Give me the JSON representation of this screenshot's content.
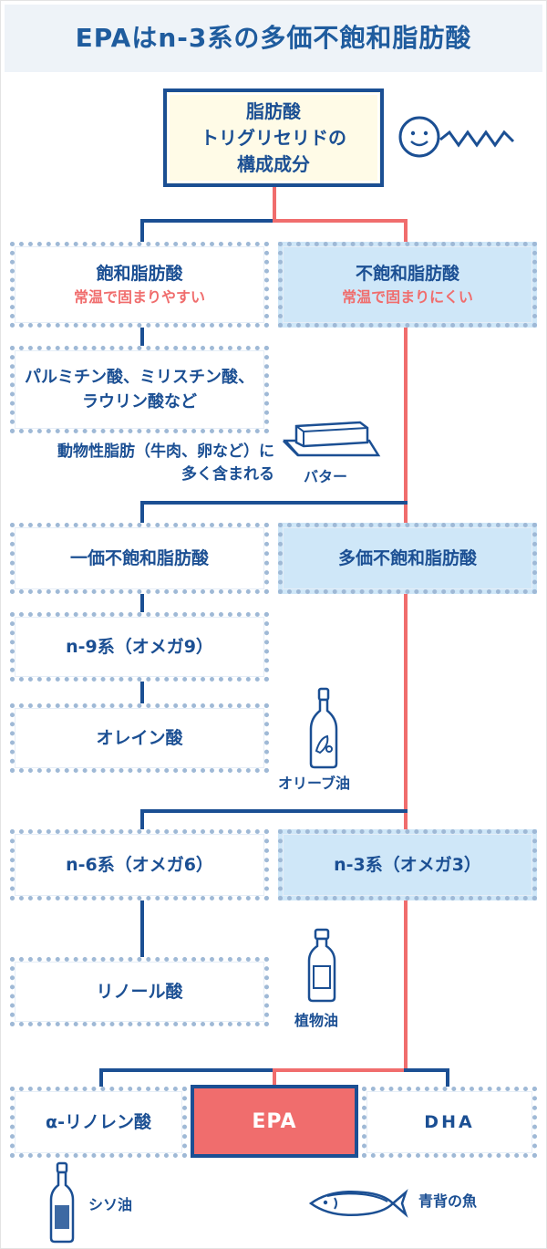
{
  "title": "EPAはn-3系の多価不飽和脂肪酸",
  "top_box": {
    "line1": "脂肪酸",
    "line2": "トリグリセリドの",
    "line3": "構成成分"
  },
  "saturated": {
    "name": "飽和脂肪酸",
    "note": "常温で固まりやすい"
  },
  "unsaturated": {
    "name": "不飽和脂肪酸",
    "note": "常温で固まりにくい"
  },
  "saturated_examples": {
    "line1": "パルミチン酸、ミリスチン酸、",
    "line2": "ラウリン酸など"
  },
  "saturated_sources": {
    "line1": "動物性脂肪（牛肉、卵など）に",
    "line2": "多く含まれる"
  },
  "butter_label": "バター",
  "mono": "一価不飽和脂肪酸",
  "poly": "多価不飽和脂肪酸",
  "n9": "n-9系（オメガ9）",
  "oleic": "オレイン酸",
  "olive_label": "オリーブ油",
  "n6": "n-6系（オメガ6）",
  "n3": "n-3系（オメガ3）",
  "linoleic": "リノール酸",
  "veg_oil_label": "植物油",
  "alpha": "α-リノレン酸",
  "epa": "EPA",
  "dha": "DHA",
  "perilla_label": "シソ油",
  "fish_label": "青背の魚",
  "colors": {
    "navy": "#1b4f93",
    "red": "#f06d6d",
    "light_blue": "#cfe7f8",
    "title_bg": "#eef3f8"
  }
}
